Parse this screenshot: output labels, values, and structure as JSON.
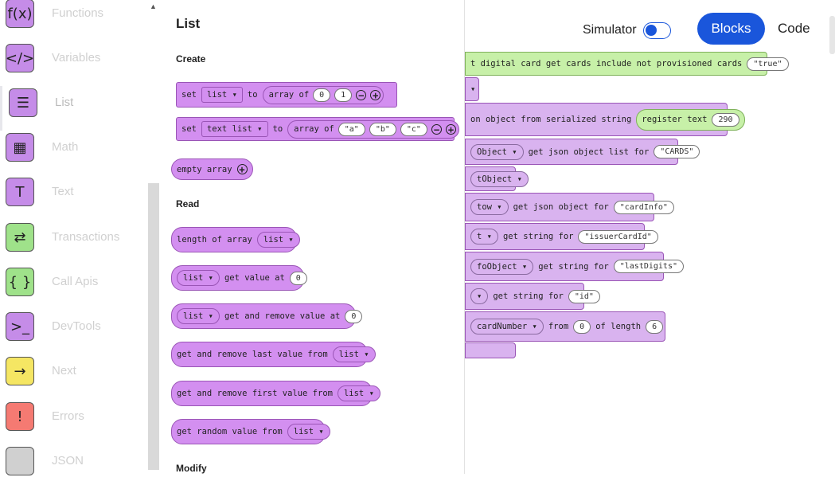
{
  "sidebar": {
    "categories": [
      {
        "label": "Functions",
        "icon": "f(x)"
      },
      {
        "label": "Variables",
        "icon": "</>"
      },
      {
        "label": "List",
        "icon": "☰"
      },
      {
        "label": "Math",
        "icon": "▦"
      },
      {
        "label": "Text",
        "icon": "T"
      },
      {
        "label": "Transactions",
        "icon": "⇄"
      },
      {
        "label": "Call Apis",
        "icon": "{ }"
      },
      {
        "label": "DevTools",
        "icon": ">_"
      },
      {
        "label": "Next",
        "icon": "→"
      },
      {
        "label": "Errors",
        "icon": "!"
      },
      {
        "label": "JSON",
        "icon": ""
      }
    ],
    "colors": [
      "#c58ce8",
      "#c58ce8",
      "#c58ce8",
      "#c58ce8",
      "#c58ce8",
      "#9fe28a",
      "#9fe28a",
      "#c58ce8",
      "#f5e663",
      "#f57a72",
      "#d0d0d0"
    ]
  },
  "flyout": {
    "title": "List",
    "sections": {
      "create": "Create",
      "read": "Read",
      "modify": "Modify"
    },
    "b1": {
      "set": "set",
      "var": "list ▾",
      "to": "to",
      "arr": "array of",
      "v1": "0",
      "v2": "1"
    },
    "b2": {
      "set": "set",
      "var": "text list ▾",
      "to": "to",
      "arr": "array of",
      "v1": "\"a\"",
      "v2": "\"b\"",
      "v3": "\"c\""
    },
    "b3": {
      "label": "empty array"
    },
    "b4": {
      "label": "length of array",
      "var": "list ▾"
    },
    "b5": {
      "var": "list ▾",
      "label": "get value at",
      "v": "0"
    },
    "b6": {
      "var": "list ▾",
      "label": "get and remove value at",
      "v": "0"
    },
    "b7": {
      "label": "get and remove last value from",
      "var": "list ▾"
    },
    "b8": {
      "label": "get and remove first value from",
      "var": "list ▾"
    },
    "b9": {
      "label": "get random value from",
      "var": "list ▾"
    }
  },
  "toolbar": {
    "simulator": "Simulator",
    "blocks": "Blocks",
    "code": "Code",
    "accent": "#1a56db"
  },
  "workspace": {
    "r1": {
      "text": "t digital card get cards include not provisioned cards",
      "v": "\"true\""
    },
    "r2": {
      "d": "▾"
    },
    "r3": {
      "text": "on object from serialized string",
      "g": "register text",
      "v": "290"
    },
    "r4": {
      "d": "Object ▾",
      "text": "get json object list for",
      "v": "\"CARDS\""
    },
    "r5": {
      "d": "tObject ▾"
    },
    "r6": {
      "d": "tow ▾",
      "text": "get json object for",
      "v": "\"cardInfo\""
    },
    "r7": {
      "d": "t ▾",
      "text": "get string for",
      "v": "\"issuerCardId\""
    },
    "r8": {
      "d": "foObject ▾",
      "text": "get string for",
      "v": "\"lastDigits\""
    },
    "r9": {
      "d": "▾",
      "text": "get string for",
      "v": "\"id\""
    },
    "r10": {
      "d": "cardNumber ▾",
      "from": "from",
      "v1": "0",
      "of": "of length",
      "v2": "6"
    }
  }
}
